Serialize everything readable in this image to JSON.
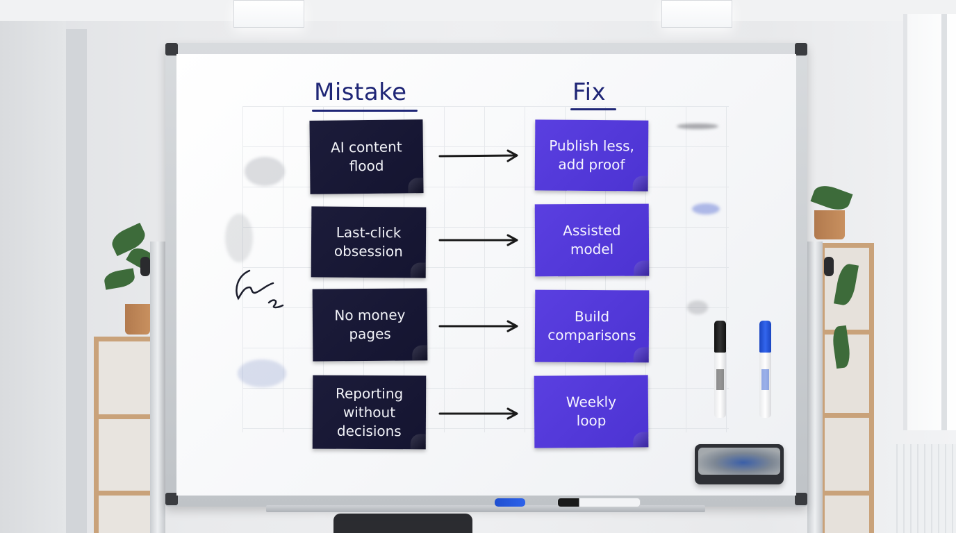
{
  "board": {
    "mistake_heading": "Mistake",
    "fix_heading": "Fix",
    "rows": [
      {
        "mistake": "AI content\nflood",
        "fix": "Publish less,\nadd proof"
      },
      {
        "mistake": "Last-click\nobsession",
        "fix": "Assisted\nmodel"
      },
      {
        "mistake": "No money\npages",
        "fix": "Build\ncomparisons"
      },
      {
        "mistake": "Reporting\nwithout\ndecisions",
        "fix": "Weekly\nloop"
      }
    ]
  },
  "colors": {
    "heading_ink": "#1f2676",
    "mistake_note": "#1a1a38",
    "fix_note": "#5238d8",
    "arrow_ink": "#1a1a1a",
    "black_marker": "#1a1a1a",
    "blue_marker": "#1f4fd0"
  },
  "icons": {
    "arrow": "right-arrow-icon",
    "black_marker": "black-marker-icon",
    "blue_marker": "blue-marker-icon",
    "eraser": "eraser-icon"
  }
}
